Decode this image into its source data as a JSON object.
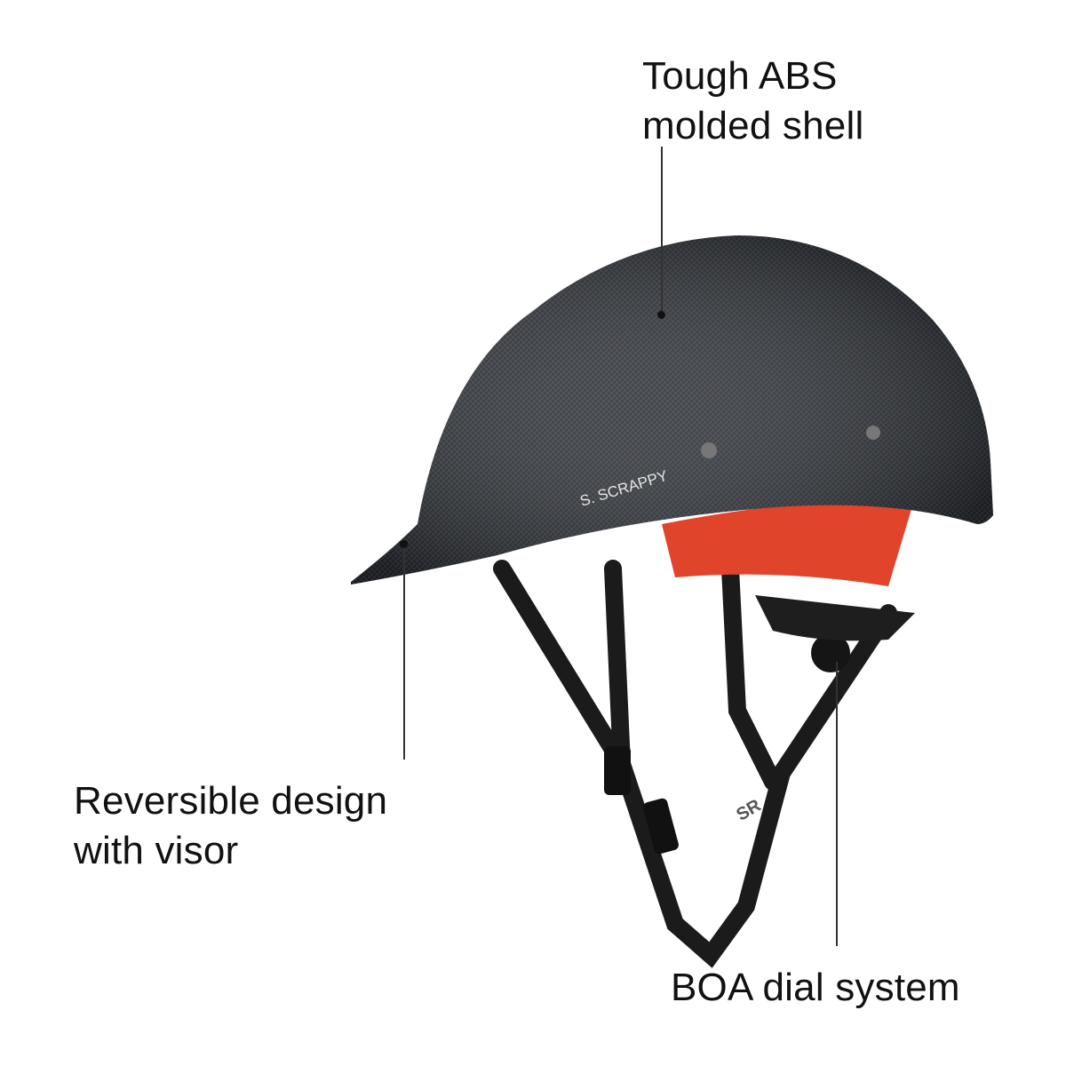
{
  "callouts": [
    {
      "line1": "Tough ABS",
      "line2": "molded shell"
    },
    {
      "line1": "Reversible design",
      "line2": "with visor"
    },
    {
      "line1": "BOA dial system"
    }
  ],
  "helmet": {
    "model_text": "S. SCRAPPY",
    "logo_text": "SR"
  },
  "colors": {
    "shell": "#2b2e33",
    "liner": "#e0442a",
    "straps": "#1b1b1b"
  }
}
